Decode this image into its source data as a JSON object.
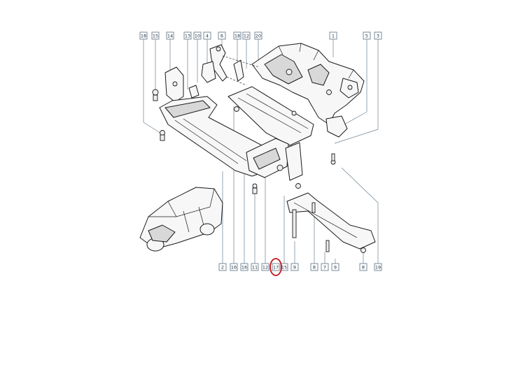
{
  "callouts_top": [
    {
      "id": "t1",
      "label": "18"
    },
    {
      "id": "t2",
      "label": "15"
    },
    {
      "id": "t3",
      "label": "14"
    },
    {
      "id": "t4",
      "label": "13"
    },
    {
      "id": "t5",
      "label": "10"
    },
    {
      "id": "t6",
      "label": "4"
    },
    {
      "id": "t7",
      "label": "6"
    },
    {
      "id": "t8",
      "label": "18"
    },
    {
      "id": "t9",
      "label": "12"
    },
    {
      "id": "t10",
      "label": "20"
    },
    {
      "id": "t11",
      "label": "1"
    },
    {
      "id": "t12",
      "label": "5"
    },
    {
      "id": "t13",
      "label": "3"
    }
  ],
  "callouts_bottom": [
    {
      "id": "b1",
      "label": "2"
    },
    {
      "id": "b2",
      "label": "16"
    },
    {
      "id": "b3",
      "label": "16"
    },
    {
      "id": "b4",
      "label": "11"
    },
    {
      "id": "b5",
      "label": "12"
    },
    {
      "id": "b6",
      "label": "17"
    },
    {
      "id": "b7",
      "label": "15"
    },
    {
      "id": "b8",
      "label": "9"
    },
    {
      "id": "b9",
      "label": "8"
    },
    {
      "id": "b10",
      "label": "7"
    },
    {
      "id": "b11",
      "label": "9"
    },
    {
      "id": "b12",
      "label": "8"
    },
    {
      "id": "b13",
      "label": "19"
    }
  ],
  "highlight": {
    "label": "17",
    "color": "#c0141c"
  },
  "colors": {
    "callout_border": "#6b7f8f",
    "line": "#1a1a1a"
  }
}
